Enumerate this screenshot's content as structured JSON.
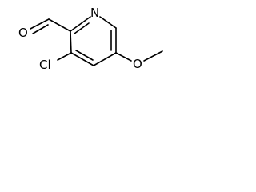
{
  "molecule": {
    "atoms": {
      "aldehyde_oxygen": "O",
      "ring_nitrogen": "N",
      "chlorine": "Cl",
      "ether_oxygen": "O"
    }
  },
  "colors": {
    "bond": "#000000",
    "label": "#000000",
    "background": "#ffffff"
  }
}
